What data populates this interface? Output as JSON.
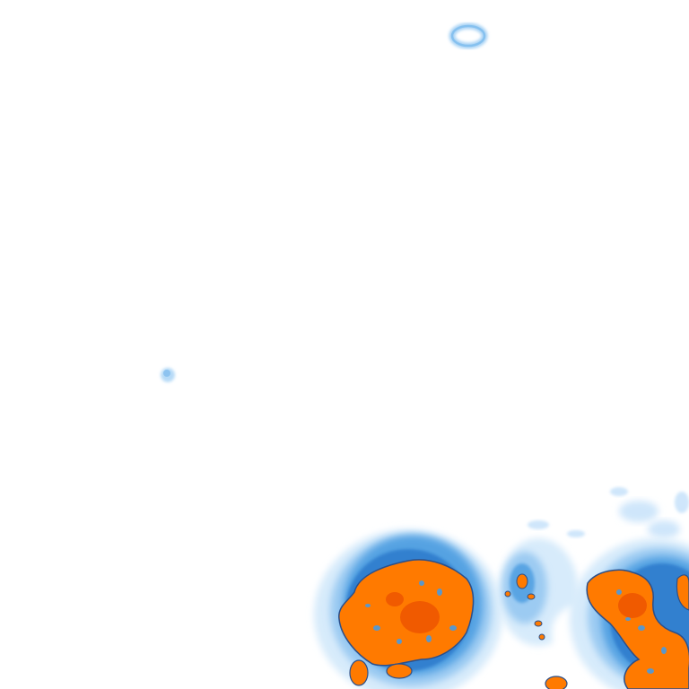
{
  "map": {
    "kind": "radar-intensity-tile",
    "background_color": "#ffffff",
    "palette": {
      "trace": "#cfe6fb",
      "light": "#9ccbf2",
      "medium": "#4a9be0",
      "strong": "#1565c0",
      "heavy": "#ff7a00",
      "core": "#f05a00",
      "outline": "#2b4f8a"
    },
    "features": [
      {
        "name": "ring-echo-top",
        "intensity": "light"
      },
      {
        "name": "small-echo-left",
        "intensity": "light"
      },
      {
        "name": "storm-cell-left",
        "intensity": "heavy"
      },
      {
        "name": "storm-cell-middle",
        "intensity": "medium"
      },
      {
        "name": "storm-cell-right",
        "intensity": "heavy"
      },
      {
        "name": "scattered-echoes-top-right",
        "intensity": "trace"
      }
    ]
  }
}
